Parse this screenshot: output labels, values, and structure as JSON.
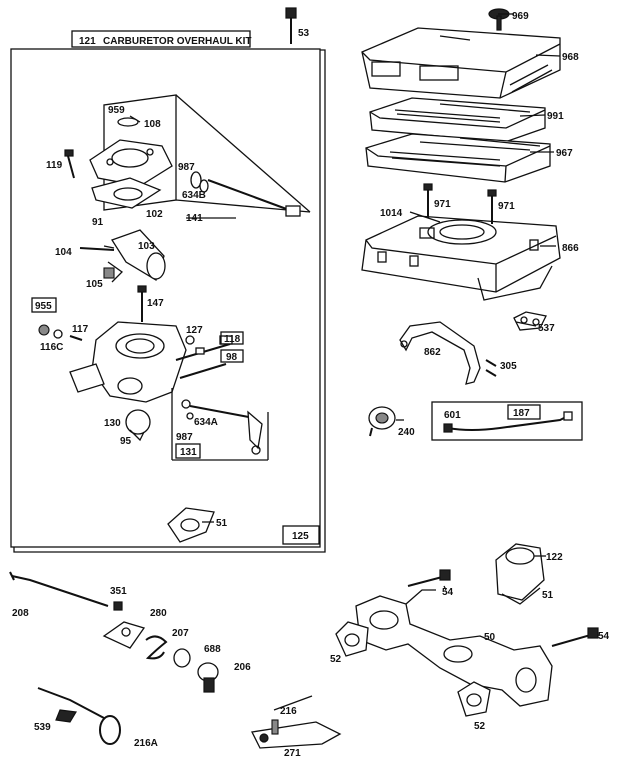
{
  "kit": {
    "code": "121",
    "title": "CARBURETOR OVERHAUL KIT"
  },
  "labels": {
    "p53": "53",
    "p969": "969",
    "p968": "968",
    "p991": "991",
    "p967": "967",
    "p971a": "971",
    "p971b": "971",
    "p1014": "1014",
    "p866": "866",
    "p537": "537",
    "p862": "862",
    "p305": "305",
    "p240": "240",
    "p601": "601",
    "p187": "187",
    "p959": "959",
    "p108": "108",
    "p119": "119",
    "p987a": "987",
    "p634b": "634B",
    "p91": "91",
    "p102": "102",
    "p141": "141",
    "p104": "104",
    "p103": "103",
    "p105": "105",
    "p147": "147",
    "p955": "955",
    "p117": "117",
    "p116c": "116C",
    "p127": "127",
    "p118": "118",
    "p98": "98",
    "p634a": "634A",
    "p987b": "987",
    "p130": "130",
    "p95": "95",
    "p131": "131",
    "p51a": "51",
    "p125": "125",
    "p122": "122",
    "p51b": "51",
    "p54a": "54",
    "p50": "50",
    "p54b": "54",
    "p52a": "52",
    "p52b": "52",
    "p208": "208",
    "p351": "351",
    "p280": "280",
    "p207": "207",
    "p688": "688",
    "p206": "206",
    "p216": "216",
    "p539": "539",
    "p216a": "216A",
    "p271": "271"
  }
}
